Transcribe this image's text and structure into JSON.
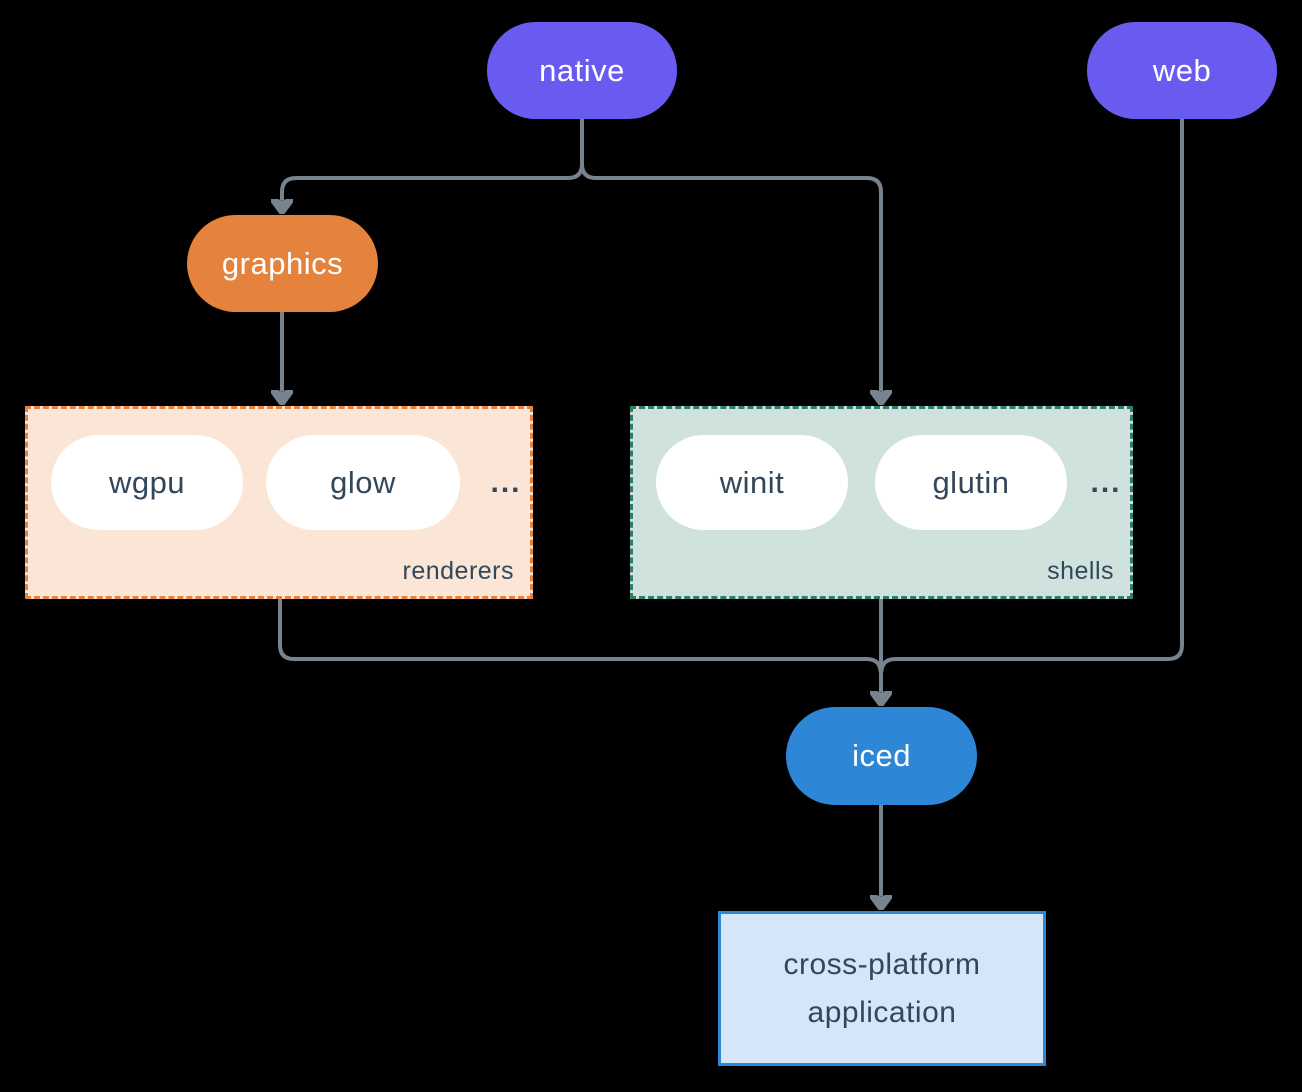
{
  "colors": {
    "background": "#000000",
    "purple": "#6A5BF0",
    "orange": "#E5823B",
    "blue": "#2E87D6",
    "line": "#77838F",
    "ink": "#33475B",
    "peach_bg": "#FAE5D7",
    "mint_bg": "#D0E2DD",
    "mint_border": "#2F7D6D",
    "lightblue_bg": "#D4E6F7",
    "white": "#FFFFFF"
  },
  "nodes": {
    "native": {
      "label": "native"
    },
    "web": {
      "label": "web"
    },
    "graphics": {
      "label": "graphics"
    },
    "wgpu": {
      "label": "wgpu"
    },
    "glow": {
      "label": "glow"
    },
    "winit": {
      "label": "winit"
    },
    "glutin": {
      "label": "glutin"
    },
    "iced": {
      "label": "iced"
    },
    "app": {
      "line1": "cross-platform",
      "line2": "application"
    }
  },
  "groups": {
    "renderers": {
      "label": "renderers",
      "ellipsis": "..."
    },
    "shells": {
      "label": "shells",
      "ellipsis": "..."
    }
  },
  "edges": [
    {
      "from": "native",
      "to": "graphics"
    },
    {
      "from": "native",
      "to": "shells"
    },
    {
      "from": "graphics",
      "to": "renderers"
    },
    {
      "from": "renderers",
      "to": "iced"
    },
    {
      "from": "shells",
      "to": "iced"
    },
    {
      "from": "web",
      "to": "iced"
    },
    {
      "from": "iced",
      "to": "app"
    }
  ]
}
